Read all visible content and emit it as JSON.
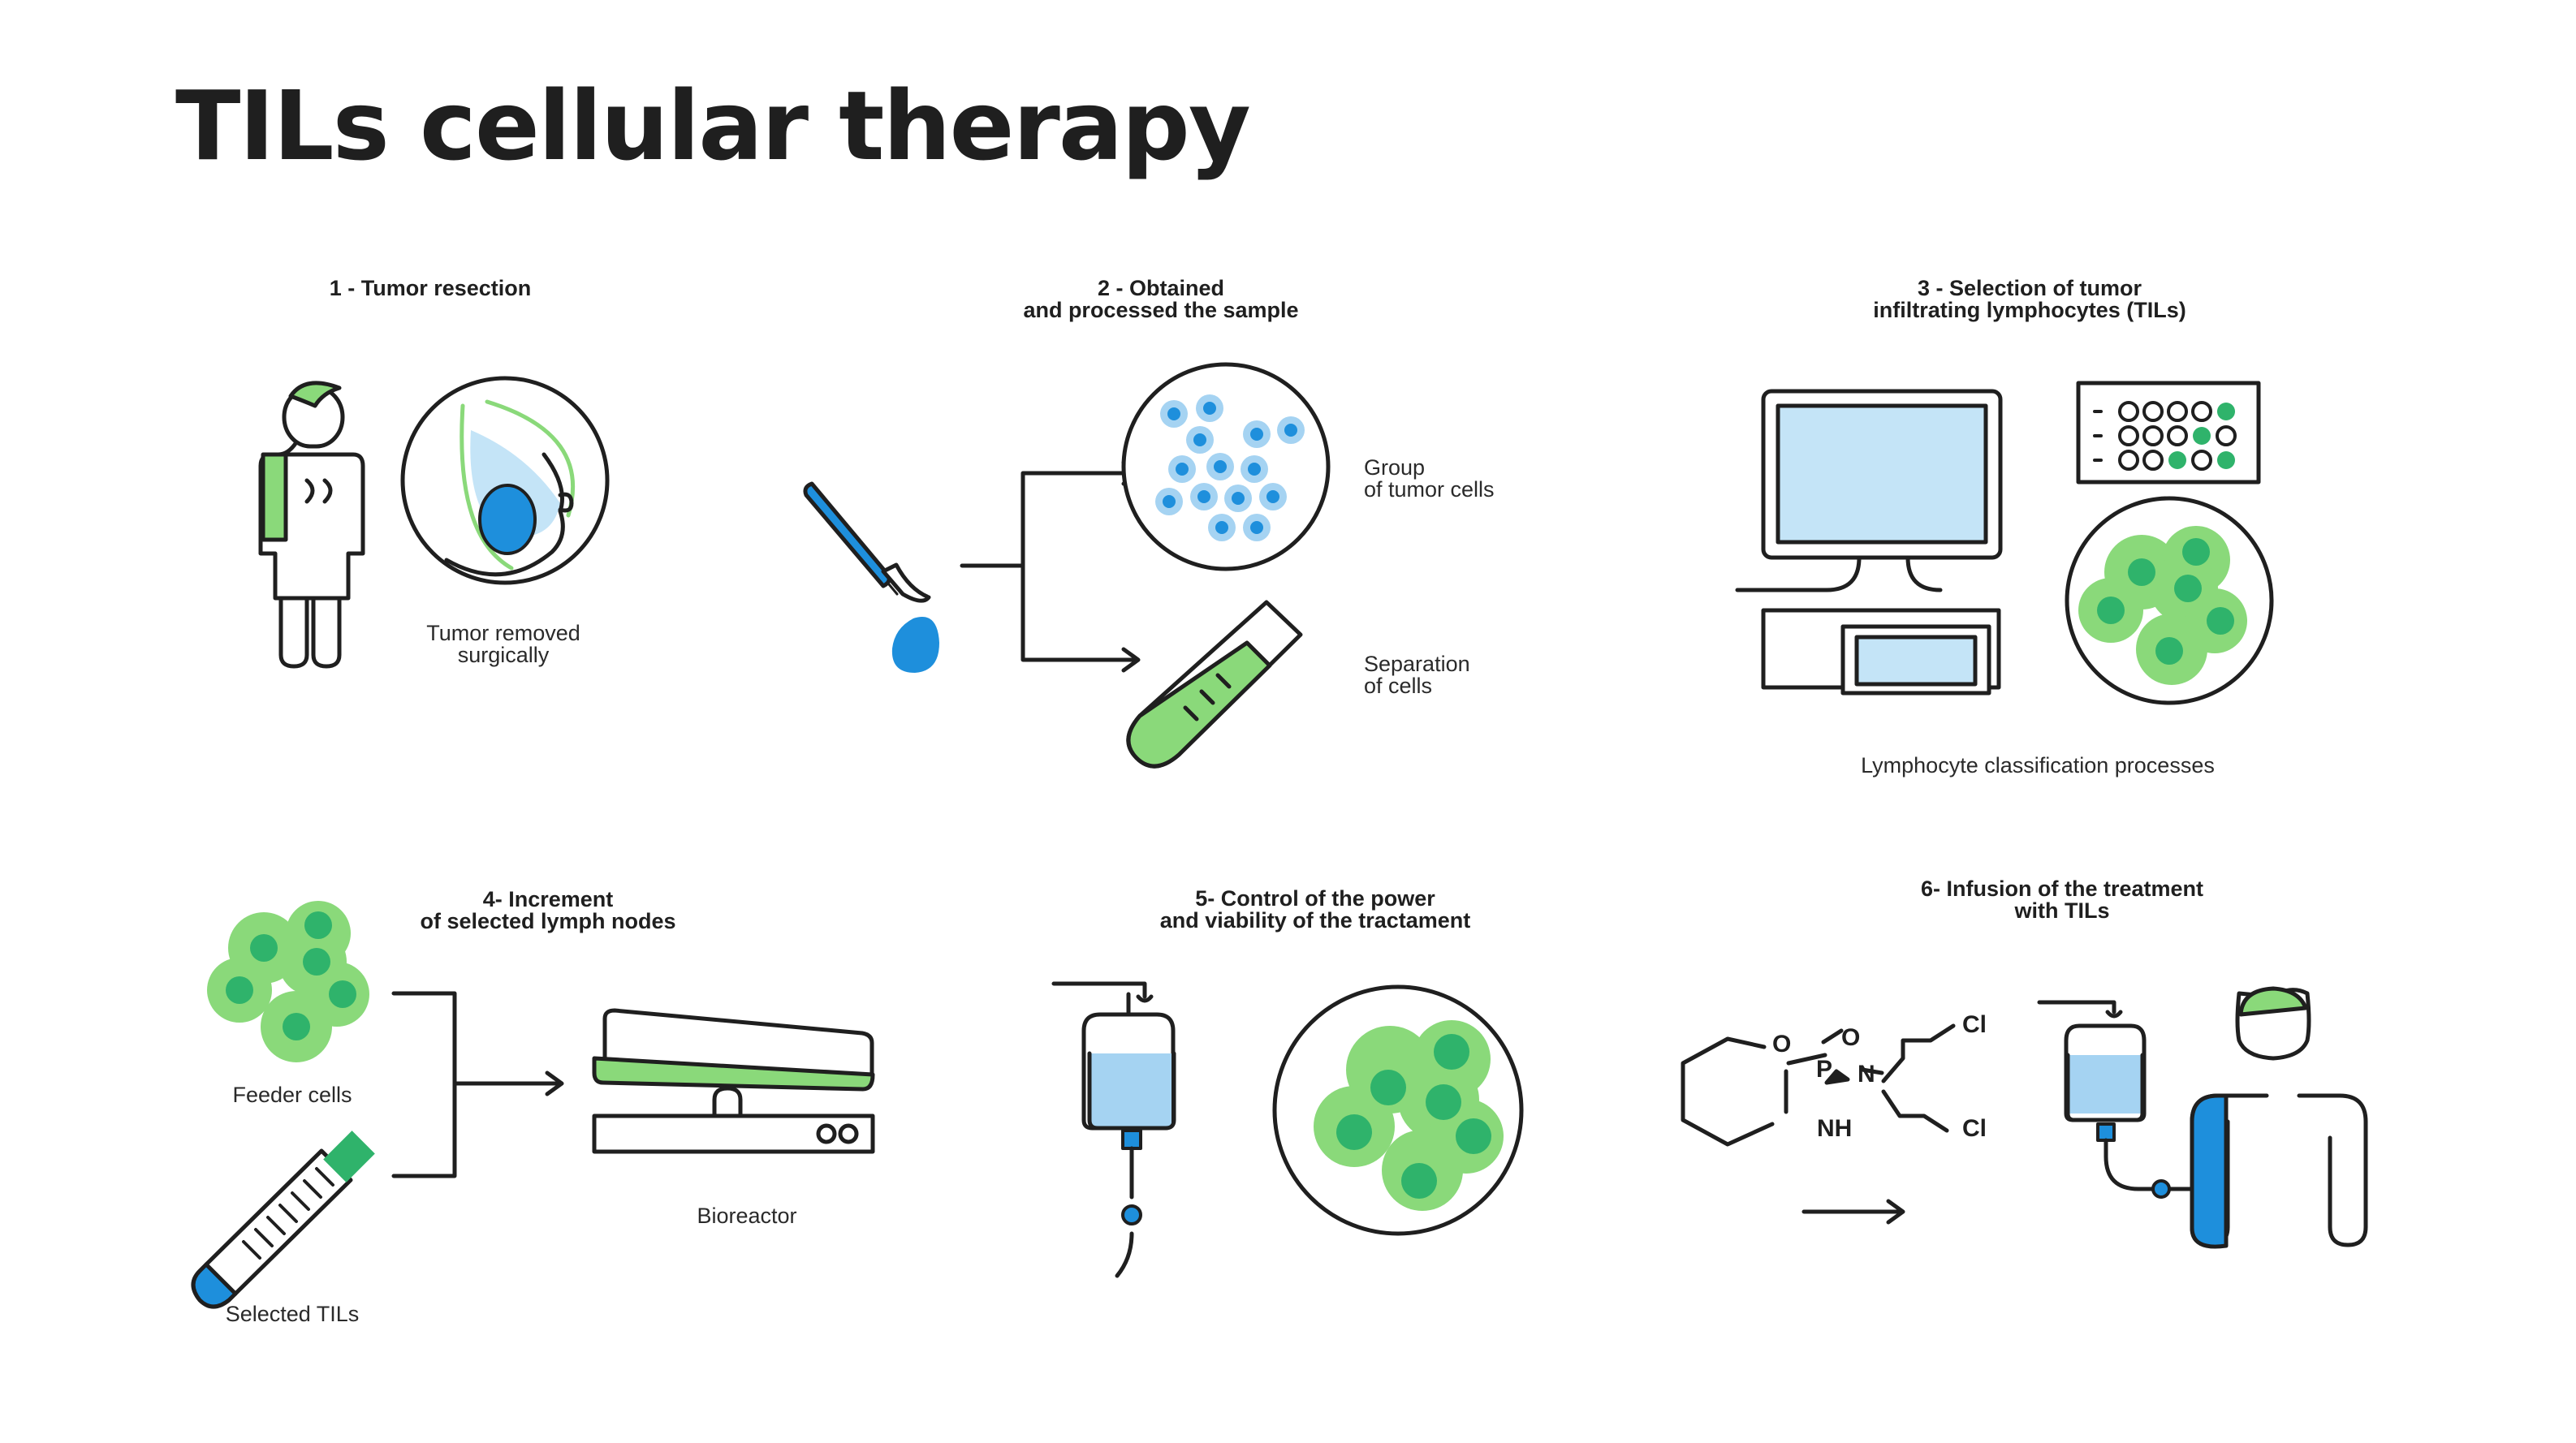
{
  "title": "TILs cellular therapy",
  "steps": [
    {
      "heading": "1 - Tumor resection",
      "labels": [
        "Tumor removed\nsurgically"
      ]
    },
    {
      "heading": "2 - Obtained\nand processed the sample",
      "labels": [
        "Group\nof tumor cells",
        "Separation\nof cells"
      ]
    },
    {
      "heading": "3 - Selection of tumor\ninfiltrating lymphocytes (TILs)",
      "labels": [
        "Lymphocyte classification processes"
      ]
    },
    {
      "heading": "4-  Increment\nof selected lymph nodes",
      "labels": [
        "Feeder cells",
        "Selected TILs",
        "Bioreactor"
      ]
    },
    {
      "heading": "5-  Control of the power\nand viability of the tractament",
      "labels": []
    },
    {
      "heading": "6-  Infusion of the treatment\nwith TILs",
      "labels": []
    }
  ],
  "chemistry": {
    "atoms": [
      "O",
      "P",
      "O",
      "N",
      "NH",
      "Cl",
      "Cl"
    ]
  },
  "colors": {
    "green_light": "#8ad97a",
    "green_dark": "#2fb36b",
    "blue": "#1e8fdc",
    "blue_light": "#a5d3f2",
    "blue_pale": "#c4e4f7",
    "stroke": "#1f1f1f"
  },
  "icons": [
    "patient-icon",
    "breast-tumor-icon",
    "scalpel-icon",
    "blood-drop-icon",
    "tumor-cells-dish-icon",
    "test-tube-icon",
    "computer-icon",
    "well-plate-icon",
    "lymphocyte-dish-icon",
    "feeder-cells-icon",
    "selected-tils-tube-icon",
    "bioreactor-icon",
    "iv-bag-icon",
    "til-culture-dish-icon",
    "cyclophosphamide-molecule-icon",
    "patient-infusion-icon"
  ]
}
